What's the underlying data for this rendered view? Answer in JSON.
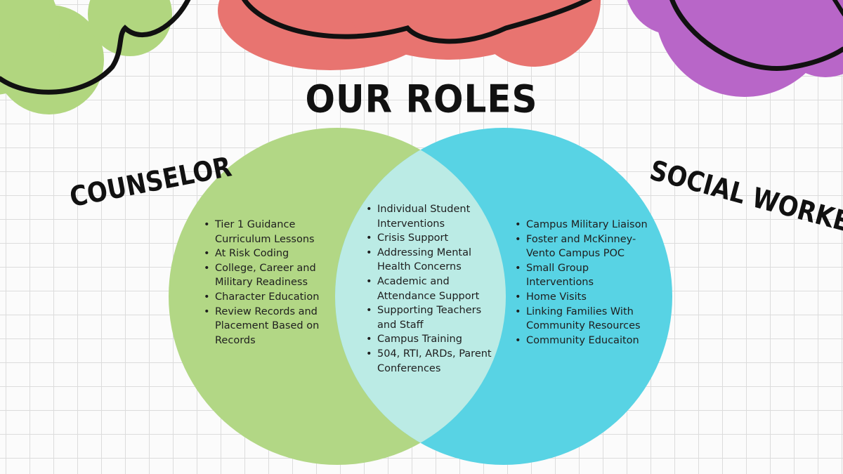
{
  "title": "OUR ROLES",
  "counselor": {
    "label": "COUNSELOR",
    "items": [
      "Tier 1 Guidance Curriculum Lessons",
      "At Risk Coding",
      "College, Career and Military Readiness",
      "Character Education",
      "Review Records and Placement Based on Records"
    ]
  },
  "shared": {
    "items": [
      "Individual Student Interventions",
      "Crisis Support",
      "Addressing Mental Health Concerns",
      "Academic and Attendance Support",
      "Supporting Teachers and Staff",
      "Campus Training",
      "504, RTI, ARDs, Parent Conferences"
    ]
  },
  "social_worker": {
    "label": "SOCIAL WORKER",
    "items": [
      "Campus Military Liaison",
      "Foster and McKinney-Vento Campus POC",
      "Small Group Interventions",
      "Home Visits",
      "Linking Families With Community Resources",
      "Community Educaiton"
    ]
  },
  "colors": {
    "counselor_circle": "#b2d785",
    "social_worker_circle": "#58d3e4",
    "overlap": "#bbebe5",
    "cloud_green": "#b1d67f",
    "cloud_red": "#e87470",
    "cloud_purple": "#b866c8"
  }
}
